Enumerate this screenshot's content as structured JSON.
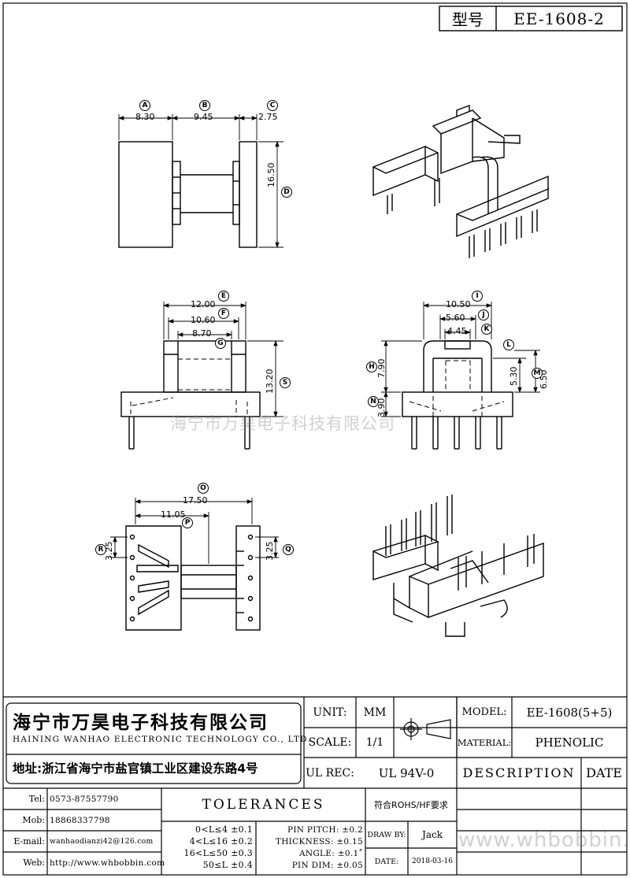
{
  "header": {
    "model_label": "型号",
    "model_value": "EE-1608-2"
  },
  "dims": {
    "top": {
      "A": "8.30",
      "B": "9.45",
      "C": "2.75",
      "D": "16.50"
    },
    "front": {
      "E": "12.00",
      "F": "10.60",
      "G": "8.70",
      "S": "13.20"
    },
    "side": {
      "I": "10.50",
      "J": "5.60",
      "K": "4.45",
      "H": "7.90",
      "L": "5.30",
      "M": "6.50",
      "N": "3.90"
    },
    "bottom": {
      "O": "17.50",
      "P": "11.05",
      "R": "3.25",
      "Q": "3.25"
    }
  },
  "markers": [
    "A",
    "B",
    "C",
    "D",
    "E",
    "F",
    "G",
    "S",
    "I",
    "J",
    "K",
    "L",
    "H",
    "M",
    "N",
    "O",
    "P",
    "R",
    "Q"
  ],
  "watermark_mid": "海宁市万昊电子科技有限公司",
  "watermark_bottom": "www.whbobbin.com",
  "company": {
    "name_cn": "海宁市万昊电子科技有限公司",
    "name_en": "HAINING WANHAO ELECTRONIC TECHNOLOGY CO., LTD.",
    "address": "地址:浙江省海宁市盐官镇工业区建设东路4号"
  },
  "title_block": {
    "unit_label": "UNIT:",
    "unit_value": "MM",
    "scale_label": "SCALE:",
    "scale_value": "1/1",
    "ulrec_label": "UL REC:",
    "ulrec_value": "UL 94V-0",
    "model_label": "MODEL:",
    "model_value": "EE-1608(5+5)",
    "material_label": "MATERIAL:",
    "material_value": "PHENOLIC",
    "description_label": "DESCRIPTION",
    "date_label": "DATE"
  },
  "contacts": [
    {
      "label": "Tel:",
      "value": "0573-87557790"
    },
    {
      "label": "Mob:",
      "value": "18868337798"
    },
    {
      "label": "E-mail:",
      "value": "wanhaodianzi42@126.com"
    },
    {
      "label": "Web:",
      "value": "http://www.whbobbin.com"
    }
  ],
  "tolerances": {
    "title": "TOLERANCES",
    "ranges": [
      "0<L≤4 ±0.1",
      "4<L≤16 ±0.2",
      "16<L≤50 ±0.3",
      "50≤L ±0.4"
    ],
    "specs": [
      "PIN PITCH: ±0.2",
      "THICKNESS: ±0.15",
      "ANGLE: ±0.1˚",
      "PIN DIM: ±0.05"
    ]
  },
  "rohs": "符合ROHS/HF要求",
  "draw_by_label": "DRAW BY:",
  "draw_by_value": "Jack",
  "date_label2": "DATE:",
  "date_value": "2018-03-16"
}
